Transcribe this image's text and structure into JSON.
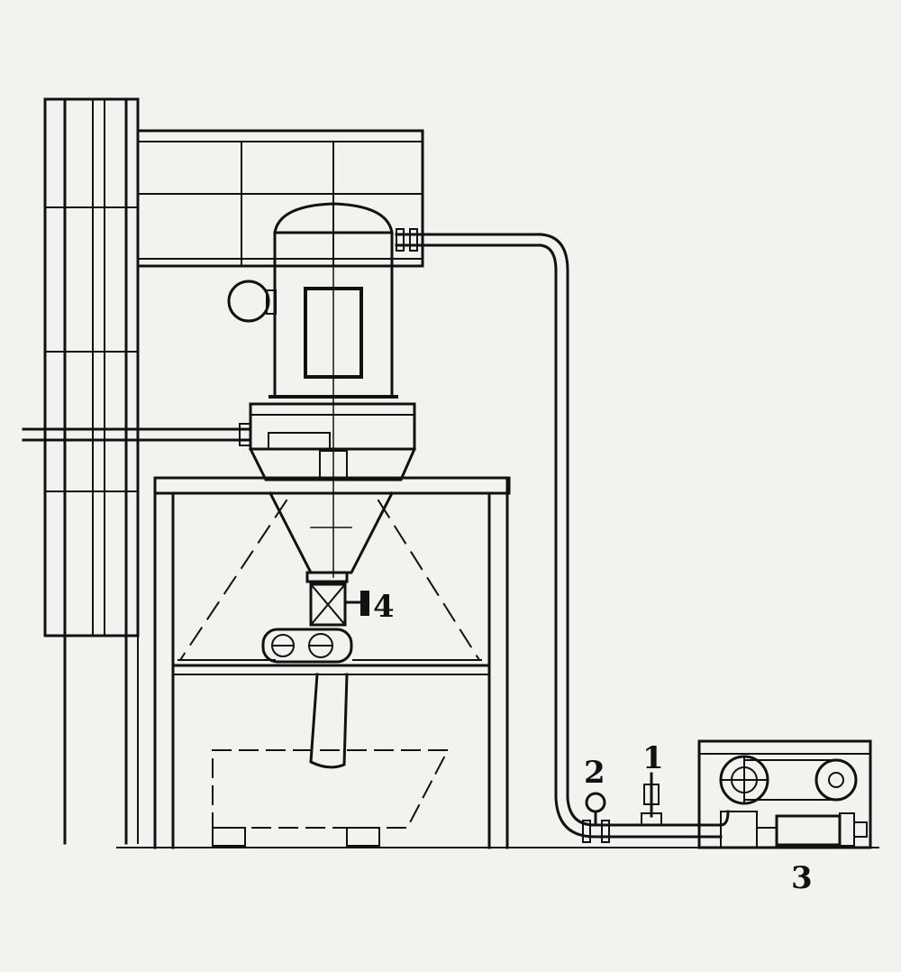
{
  "diagram": {
    "labels": {
      "valve_4": "4",
      "gauge_2": "2",
      "valve_1": "1",
      "pump_3": "3"
    },
    "colors": {
      "background": "#f2f3ee",
      "ink": "#111111"
    }
  }
}
